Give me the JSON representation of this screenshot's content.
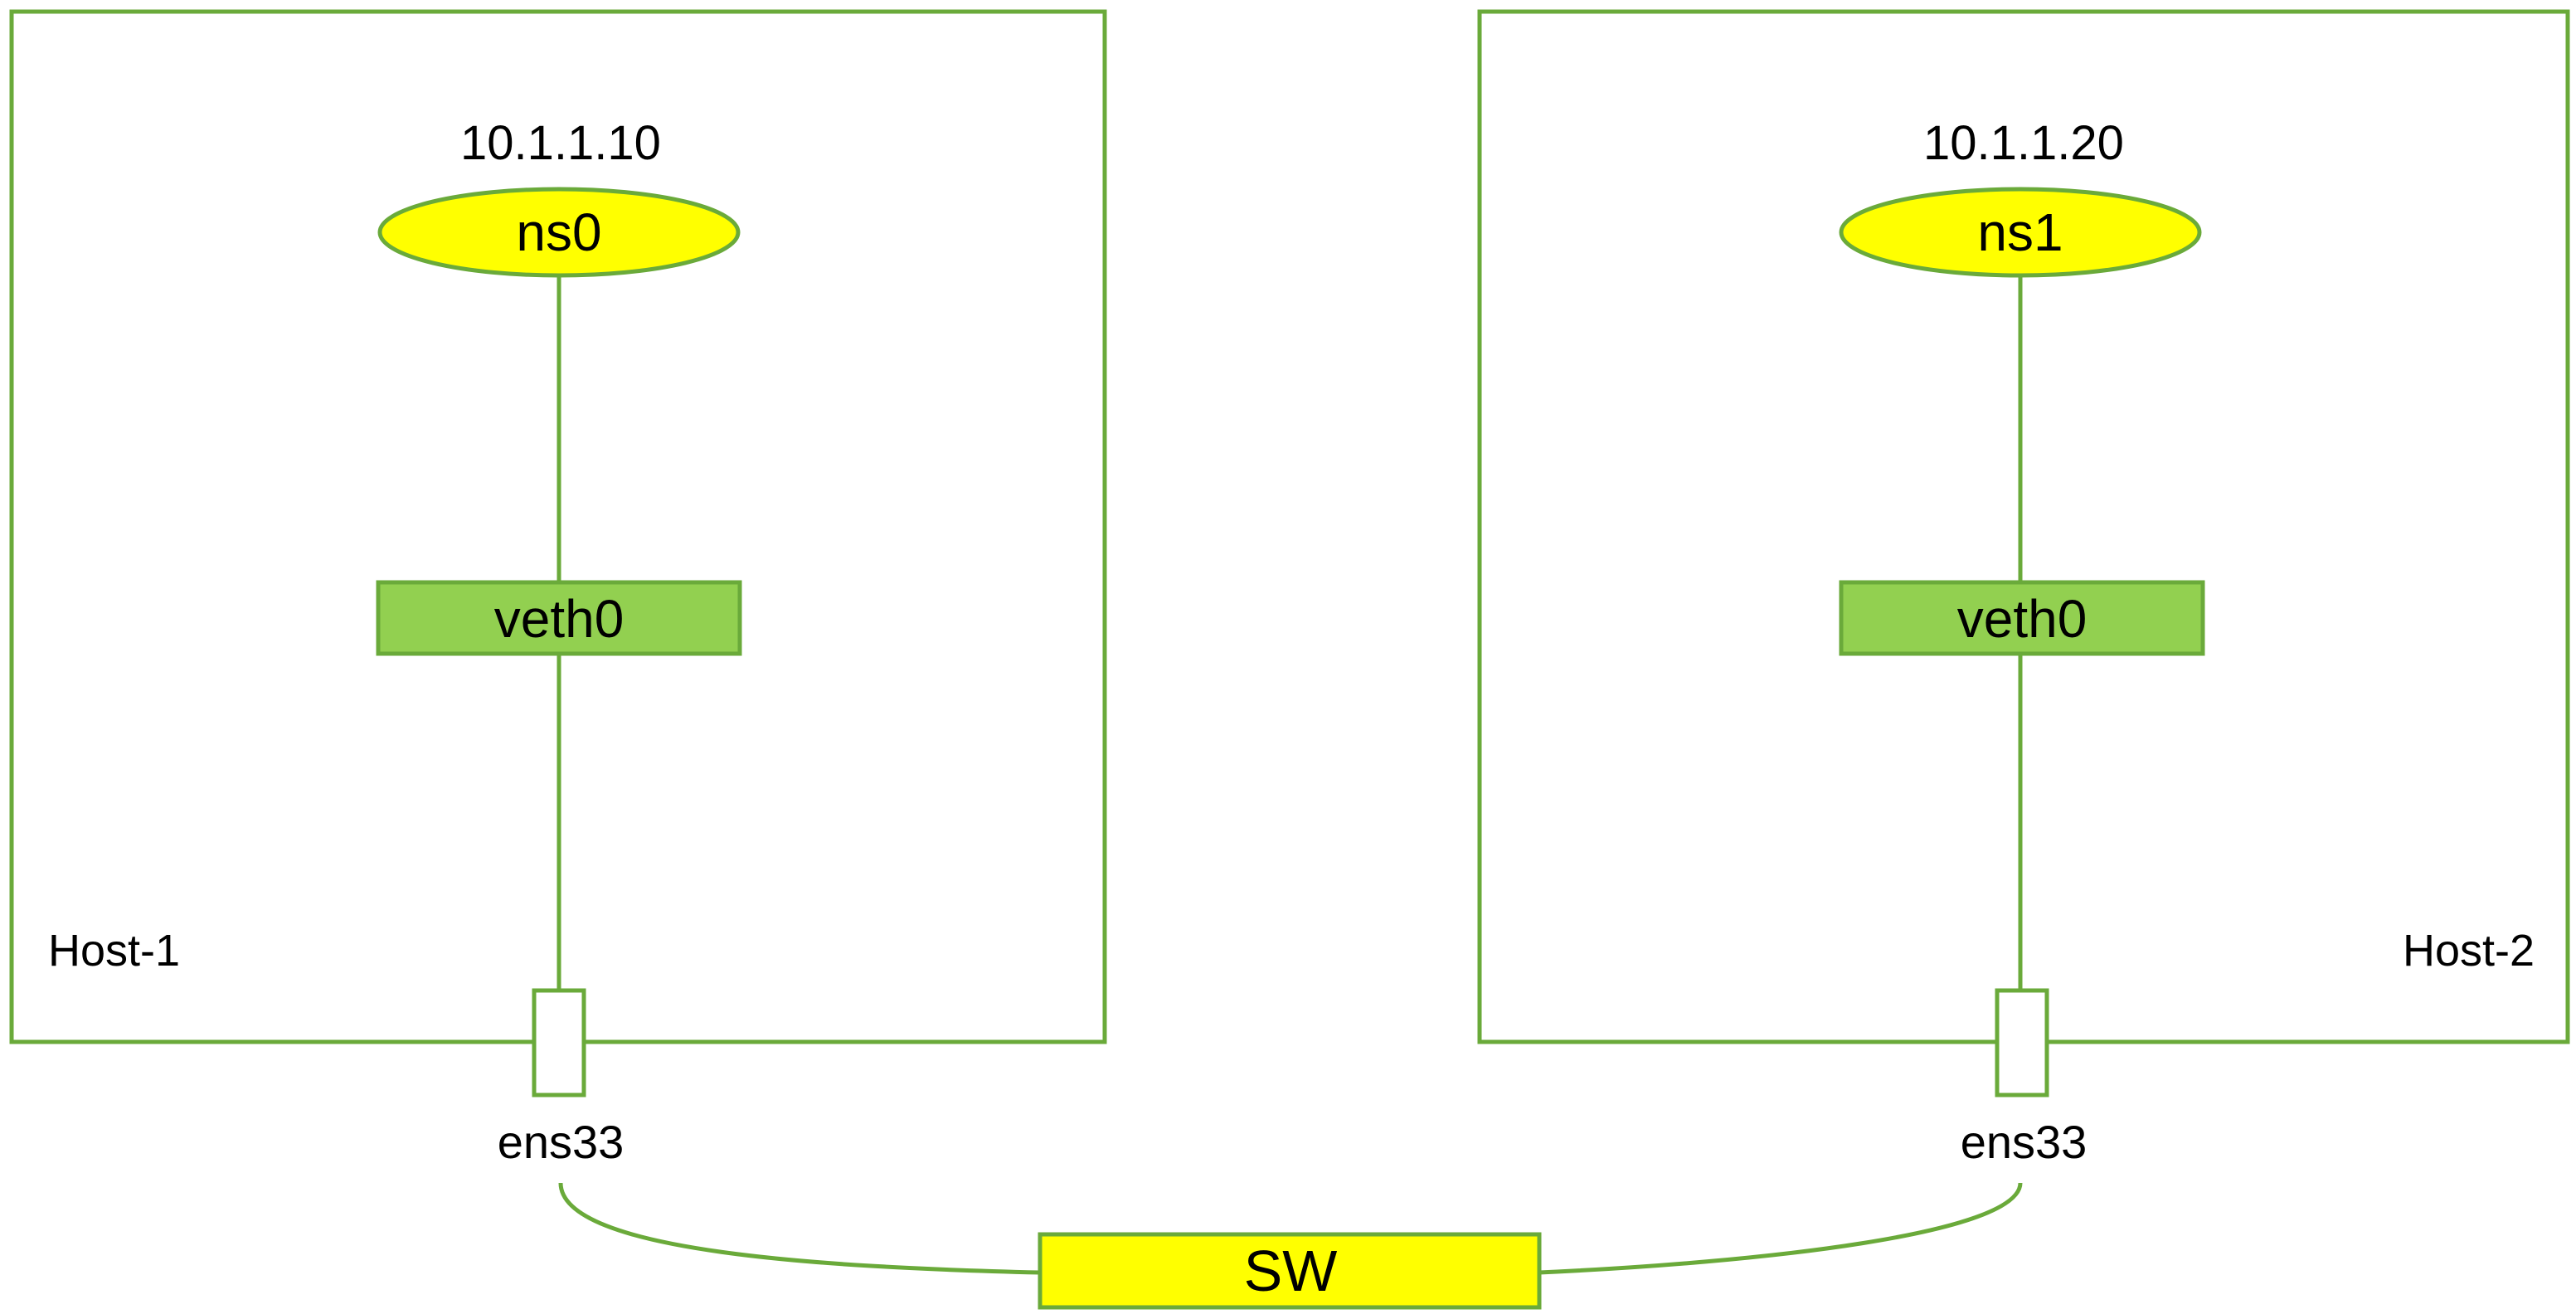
{
  "hosts": [
    {
      "label": "Host-1",
      "ip": "10.1.1.10",
      "namespace": "ns0",
      "veth": "veth0",
      "nic": "ens33"
    },
    {
      "label": "Host-2",
      "ip": "10.1.1.20",
      "namespace": "ns1",
      "veth": "veth0",
      "nic": "ens33"
    }
  ],
  "switch": {
    "label": "SW"
  },
  "colors": {
    "line": "#6aaa3a",
    "namespace_fill": "#ffff00",
    "veth_fill": "#92d050",
    "switch_fill": "#ffff00",
    "host_fill": "#ffffff"
  }
}
